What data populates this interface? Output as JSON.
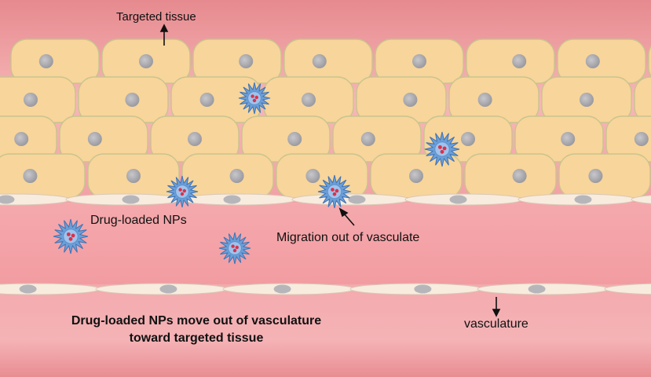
{
  "labels": {
    "targeted_tissue": "Targeted tissue",
    "drug_loaded_nps": "Drug-loaded NPs",
    "migration": "Migration out of vasculate",
    "vasculature": "vasculature",
    "caption_line1": "Drug-loaded NPs move out of vasculature",
    "caption_line2": "toward targeted tissue"
  },
  "colors": {
    "vessel_wall": "#f2a7a9",
    "vessel_wall_dark": "#e98f93",
    "lumen": "#ee8f95",
    "tissue_cell": "#f8d59a",
    "tissue_cell_outline": "#c9c48f",
    "nucleus": "#a6a6aa",
    "endothelium": "#f8ecdf",
    "nanoparticle": "#6b9fd8",
    "nanoparticle_core": "#d9324a"
  }
}
